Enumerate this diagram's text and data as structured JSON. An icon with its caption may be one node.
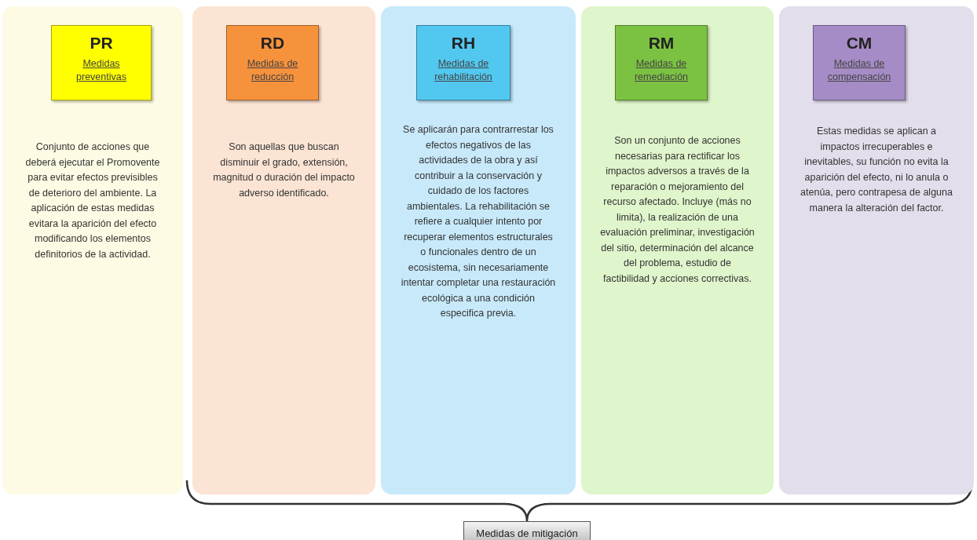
{
  "diagram": {
    "nodes": [
      {
        "text": [
          "Conjunto de acciones que deberá ejecutar el Promovente para evitar efectos previsibles de deterioro del ambiente. La aplicación de estas medidas evitara la aparición del efecto modificando los elementos definitorios de la actividad."
        ]
      },
      {
        "text": [
          "PR",
          "Medidas preventivas"
        ],
        "in": 0
      },
      {
        "text": [
          "Son aquellas que buscan disminuir el grado, extensión, magnitud o duración del impacto adverso identificado."
        ]
      },
      {
        "text": [
          "RD",
          "Medidas de reducción"
        ],
        "in": 2
      },
      {
        "text": [
          "Se aplicarán para contrarrestar los efectos negativos de las actividades de la obra y así contribuir a la conservación y cuidado de los factores ambientales. La rehabilitación se refiere a cualquier intento por recuperar elementos estructurales o funcionales dentro de un ecosistema, sin necesariamente intentar completar una restauración ecológica a una condición especifica previa."
        ]
      },
      {
        "text": [
          "RH",
          "Medidas de rehabilitación"
        ],
        "in": 4
      },
      {
        "text": [
          "Son un conjunto de acciones necesarias para rectificar los impactos adversos a través de la reparación o mejoramiento del recurso afectado. Incluye (más no limita), la realización de una evaluación preliminar, investigación del sitio, determinación del alcance del problema, estudio de factibilidad y acciones correctivas."
        ]
      },
      {
        "text": [
          "RM",
          "Medidas de remediación"
        ],
        "in": 6
      },
      {
        "text": [
          "Estas medidas se aplican a impactos irrecuperables e inevitables, su función no evita la aparición del efecto, ni lo anula o atenúa, pero contrapesa de alguna manera la alteración del factor."
        ]
      },
      {
        "text": [
          "CM",
          "Medidas de compensación"
        ],
        "in": 8
      },
      {
        "text": [
          "Medidas de mitigación"
        ]
      }
    ]
  }
}
